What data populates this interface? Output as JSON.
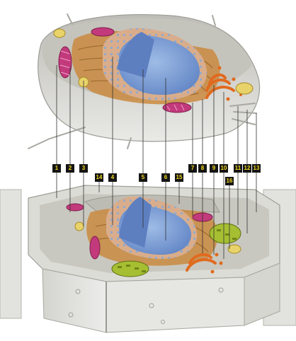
{
  "labels": [
    "1",
    "2",
    "3",
    "14",
    "4",
    "5",
    "6",
    "15",
    "7",
    "8",
    "9",
    "10",
    "16",
    "11",
    "12",
    "13"
  ],
  "colors": {
    "label_bg": "#151515",
    "label_text": "#f2d81e",
    "cell_wall": "#dcdcd6",
    "cytoplasm": "#c9c8c0",
    "nucleus": "#7ea1d6",
    "nuclear_envelope": "#d5a784",
    "er": "#c98a3f",
    "golgi": "#e06a1f",
    "mitochondria": "#c23a7c",
    "chloroplast": "#a6bf32",
    "vacuole": "#e8d26a"
  }
}
